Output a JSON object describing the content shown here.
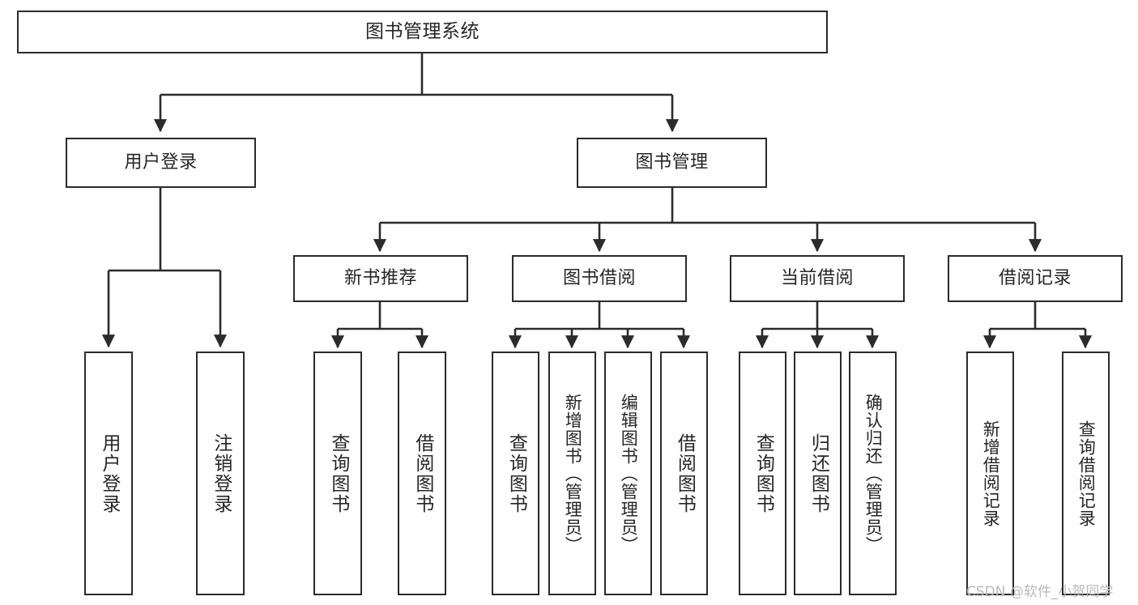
{
  "diagram": {
    "type": "tree-hierarchy",
    "title": "图书管理系统",
    "watermark": "CSDN @软件_小贺同学",
    "colors": {
      "stroke": "#2b2b2b",
      "fill": "#ffffff",
      "text": "#262626",
      "watermark": "#b9b9b9"
    },
    "nodes": {
      "root": {
        "label": "图书管理系统",
        "level": 1,
        "orientation": "horizontal"
      },
      "l2": [
        {
          "id": "user-login",
          "label": "用户登录",
          "level": 2,
          "orientation": "horizontal"
        },
        {
          "id": "book-manage",
          "label": "图书管理",
          "level": 2,
          "orientation": "horizontal"
        }
      ],
      "l3": [
        {
          "id": "new-book-rec",
          "label": "新书推荐",
          "level": 3,
          "orientation": "horizontal",
          "parent": "book-manage"
        },
        {
          "id": "book-borrow",
          "label": "图书借阅",
          "level": 3,
          "orientation": "horizontal",
          "parent": "book-manage"
        },
        {
          "id": "current-borrow",
          "label": "当前借阅",
          "level": 3,
          "orientation": "horizontal",
          "parent": "book-manage"
        },
        {
          "id": "borrow-record",
          "label": "借阅记录",
          "level": 3,
          "orientation": "horizontal",
          "parent": "book-manage"
        }
      ],
      "leaves": [
        {
          "id": "leaf-user-login",
          "label": "用户登录",
          "parent": "user-login",
          "orientation": "vertical"
        },
        {
          "id": "leaf-user-logout",
          "label": "注销登录",
          "parent": "user-login",
          "orientation": "vertical"
        },
        {
          "id": "leaf-query-book-1",
          "label": "查询图书",
          "parent": "new-book-rec",
          "orientation": "vertical"
        },
        {
          "id": "leaf-borrow-book-1",
          "label": "借阅图书",
          "parent": "new-book-rec",
          "orientation": "vertical"
        },
        {
          "id": "leaf-query-book-2",
          "label": "查询图书",
          "parent": "book-borrow",
          "orientation": "vertical"
        },
        {
          "id": "leaf-add-book",
          "label": "新增图书（管理员）",
          "parent": "book-borrow",
          "orientation": "vertical"
        },
        {
          "id": "leaf-edit-book",
          "label": "编辑图书（管理员）",
          "parent": "book-borrow",
          "orientation": "vertical"
        },
        {
          "id": "leaf-borrow-book-2",
          "label": "借阅图书",
          "parent": "book-borrow",
          "orientation": "vertical"
        },
        {
          "id": "leaf-query-book-3",
          "label": "查询图书",
          "parent": "current-borrow",
          "orientation": "vertical"
        },
        {
          "id": "leaf-return-book",
          "label": "归还图书",
          "parent": "current-borrow",
          "orientation": "vertical"
        },
        {
          "id": "leaf-confirm-return",
          "label": "确认归还（管理员）",
          "parent": "current-borrow",
          "orientation": "vertical"
        },
        {
          "id": "leaf-add-record",
          "label": "新增借阅记录",
          "parent": "borrow-record",
          "orientation": "vertical"
        },
        {
          "id": "leaf-query-record",
          "label": "查询借阅记录",
          "parent": "borrow-record",
          "orientation": "vertical"
        }
      ]
    }
  }
}
